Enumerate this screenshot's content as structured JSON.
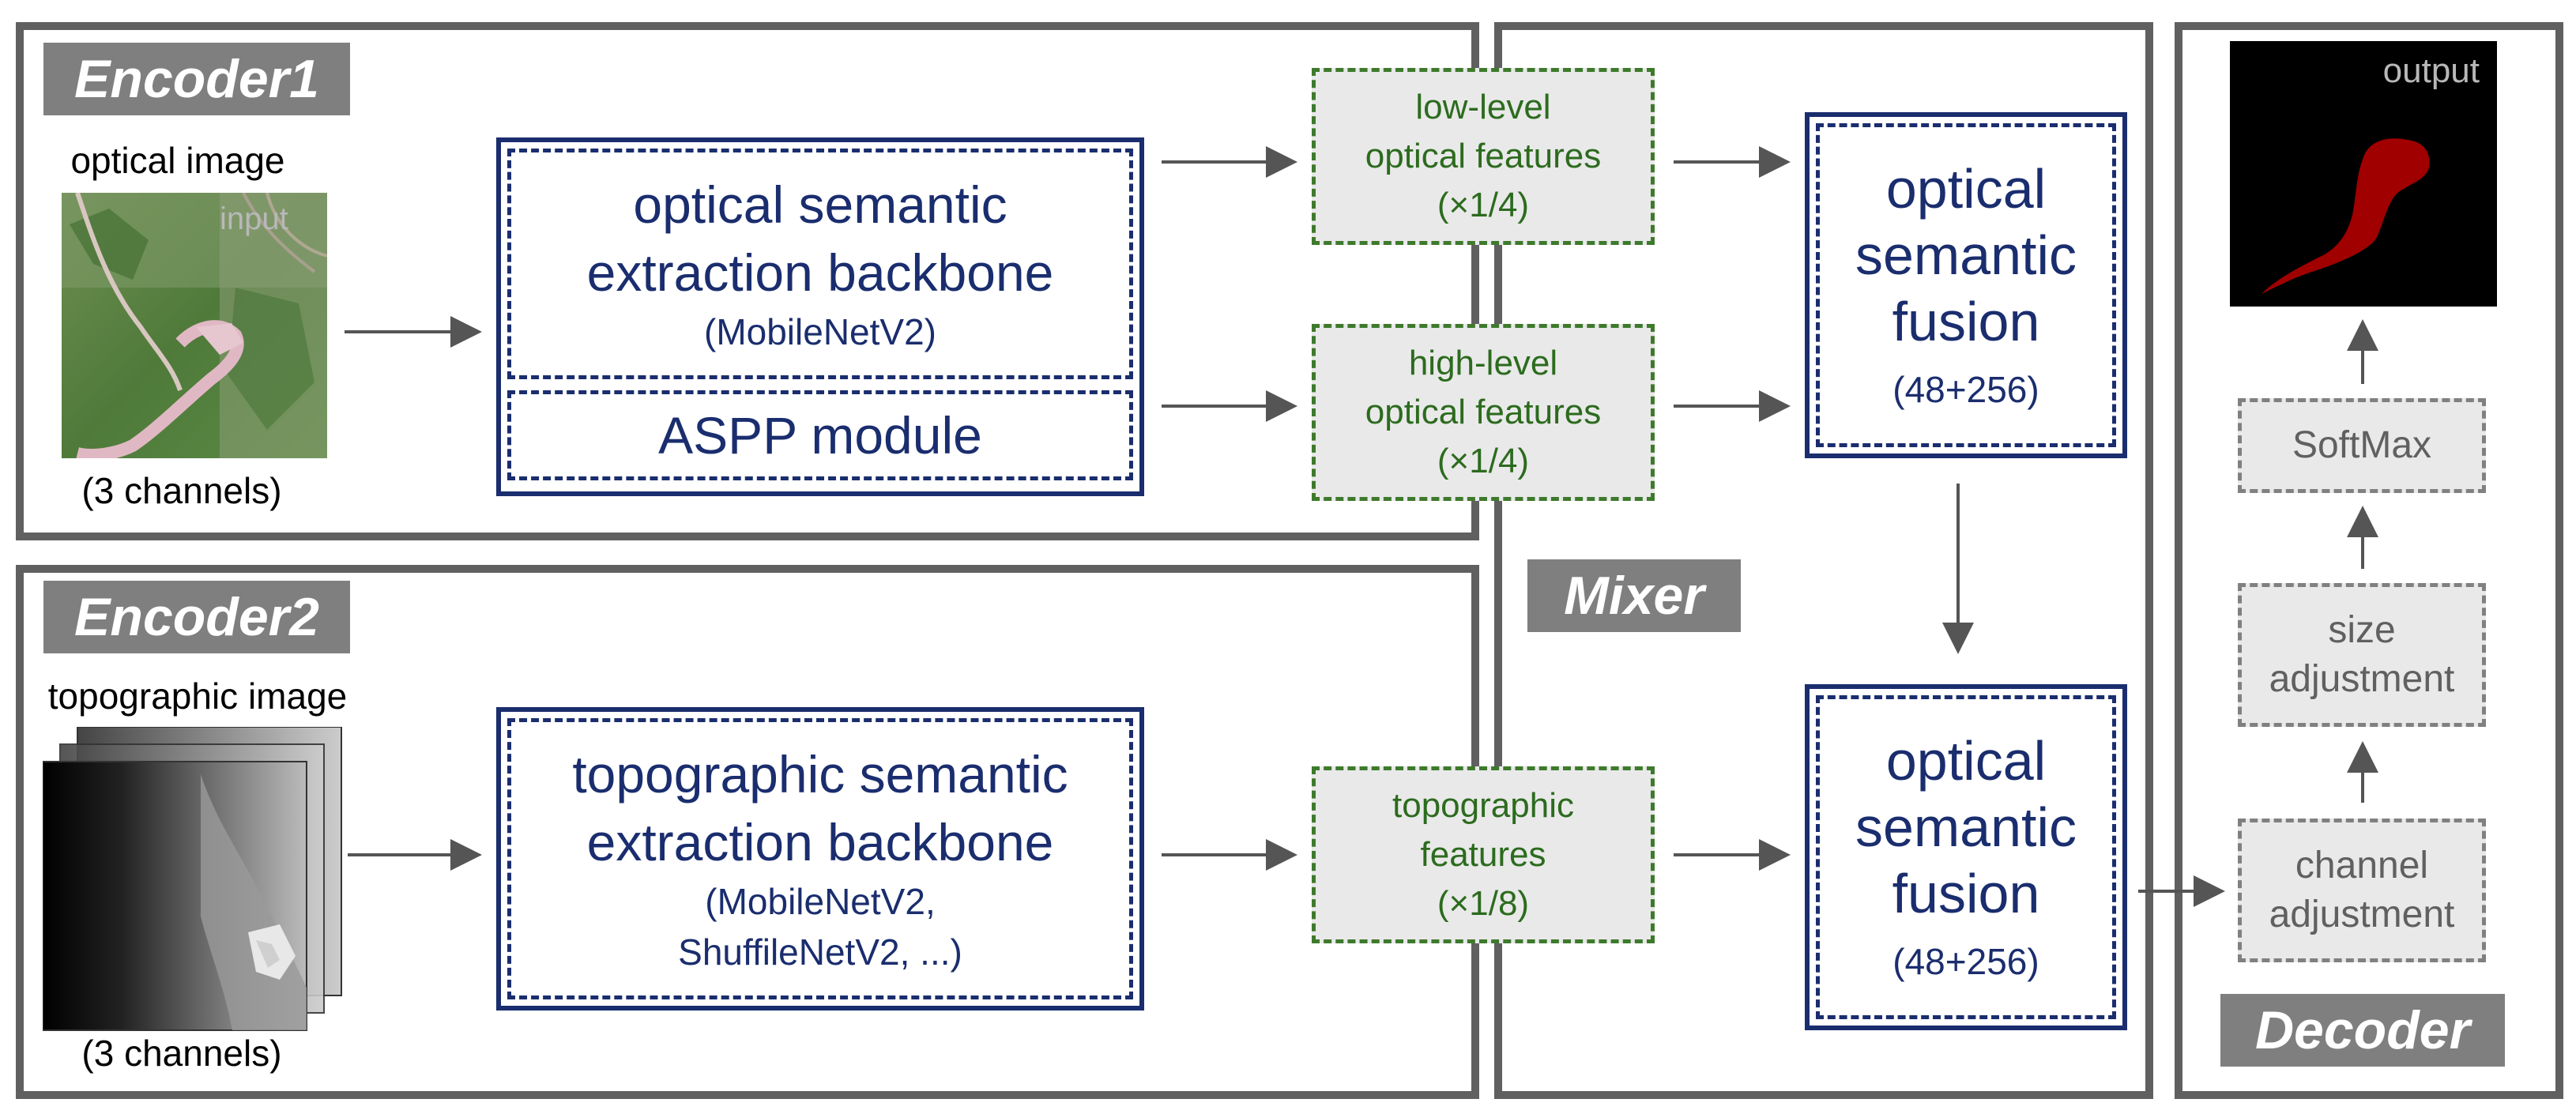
{
  "encoder1": {
    "tag": "Encoder1",
    "image_caption": "optical image",
    "image_watermark": "input",
    "channels": "(3 channels)",
    "backbone": {
      "line1": "optical semantic",
      "line2": "extraction backbone",
      "sub": "(MobileNetV2)"
    },
    "aspp": "ASPP module"
  },
  "encoder2": {
    "tag": "Encoder2",
    "image_caption": "topographic image",
    "channels": "(3 channels)",
    "backbone": {
      "line1": "topographic semantic",
      "line2": "extraction backbone",
      "sub1": "(MobileNetV2,",
      "sub2": "ShuffileNetV2, ...)"
    }
  },
  "mixer": {
    "tag": "Mixer",
    "low_features": {
      "line1": "low-level",
      "line2": "optical features",
      "line3": "(×1/4)"
    },
    "high_features": {
      "line1": "high-level",
      "line2": "optical features",
      "line3": "(×1/4)"
    },
    "topo_features": {
      "line1": "topographic",
      "line2": "features",
      "line3": "(×1/8)"
    },
    "fusion1": {
      "line1": "optical",
      "line2": "semantic",
      "line3": "fusion",
      "sub": "(48+256)"
    },
    "fusion2": {
      "line1": "optical",
      "line2": "semantic",
      "line3": "fusion",
      "sub": "(48+256)"
    }
  },
  "decoder": {
    "tag": "Decoder",
    "output_label": "output",
    "softmax": "SoftMax",
    "size_adj": {
      "line1": "size",
      "line2": "adjustment"
    },
    "channel_adj": {
      "line1": "channel",
      "line2": "adjustment"
    }
  },
  "colors": {
    "panel_border": "#606060",
    "tag_bg": "#7f7f7f",
    "backbone_navy": "#1a2d6e",
    "feature_green": "#2c6b1e",
    "decoder_gray": "#808080",
    "output_mask": "#a00000"
  }
}
